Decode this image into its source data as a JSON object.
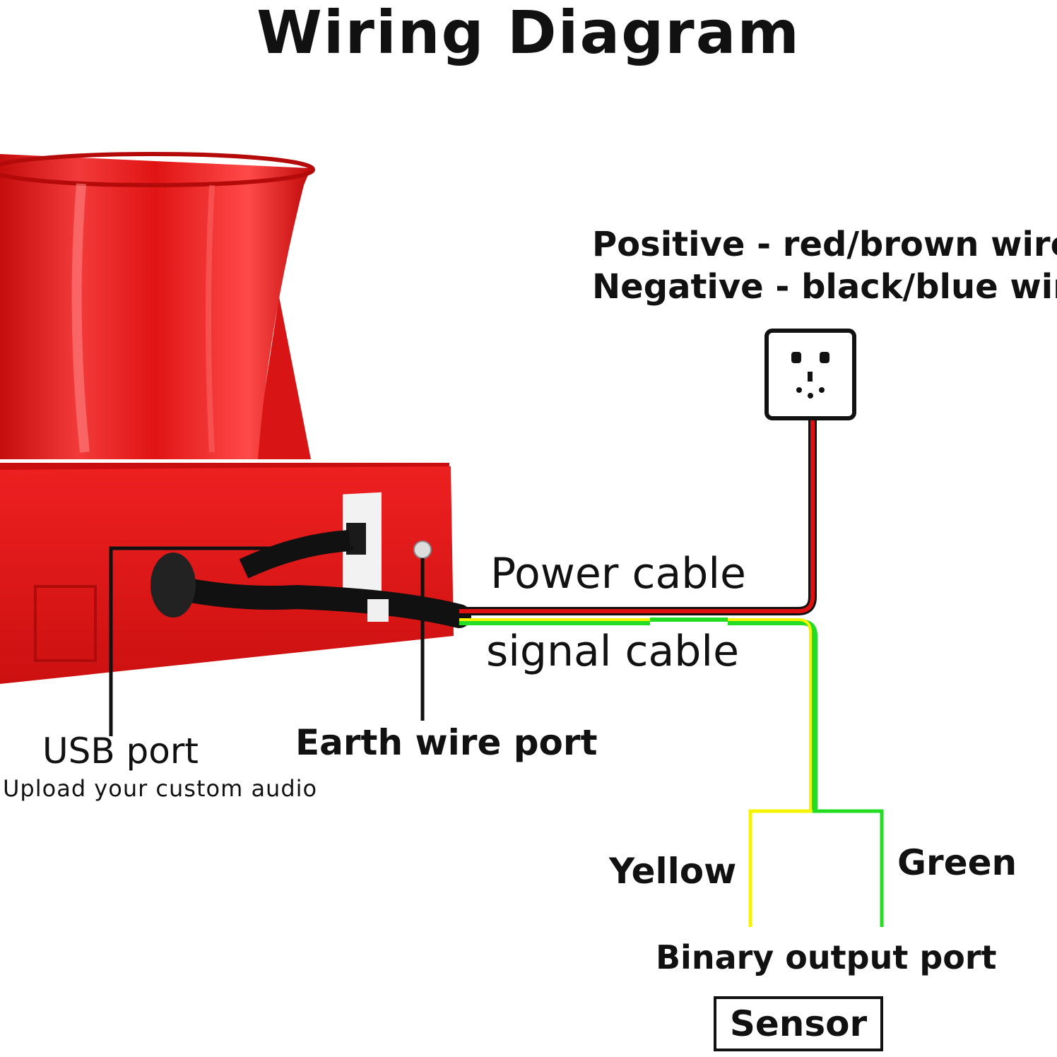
{
  "title": "Wiring Diagram",
  "legend": {
    "positive": "Positive - red/brown wire",
    "negative": "Negative - black/blue wire"
  },
  "cables": {
    "power": "Power cable",
    "signal": "signal cable"
  },
  "ports": {
    "usb": "USB port",
    "usb_note": "Upload your custom audio",
    "earth": "Earth wire port",
    "binary": "Binary output port"
  },
  "wires": {
    "yellow": "Yellow",
    "green": "Green"
  },
  "sensor": "Sensor",
  "colors": {
    "device_red": "#e01616",
    "wire_red": "#e01010",
    "wire_yellow": "#f4f400",
    "wire_green": "#22dd22",
    "outline": "#111111"
  },
  "icons": [
    "wall-socket-icon"
  ]
}
